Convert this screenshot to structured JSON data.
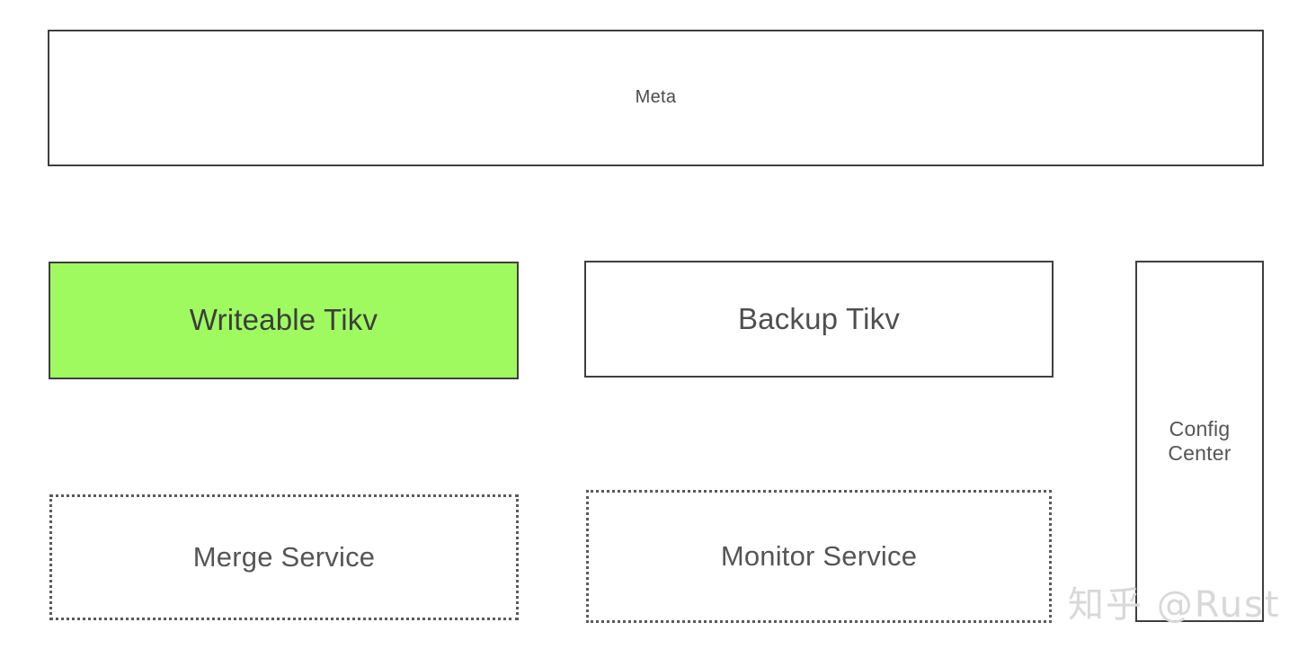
{
  "diagram": {
    "background": "#ffffff",
    "nodes": [
      {
        "id": "meta",
        "label": "Meta",
        "style": "solid",
        "fill": "#ffffff",
        "border_color": "#3f3f3f",
        "text_color": "#4b4b4b"
      },
      {
        "id": "writeable-tikv",
        "label": "Writeable Tikv",
        "style": "solid",
        "fill": "#9ffa60",
        "border_color": "#3f3f3f",
        "text_color": "#3d3d3d"
      },
      {
        "id": "backup-tikv",
        "label": "Backup Tikv",
        "style": "solid",
        "fill": "#ffffff",
        "border_color": "#3f3f3f",
        "text_color": "#4f4f4f"
      },
      {
        "id": "config-center",
        "label": "Config\nCenter",
        "style": "solid",
        "fill": "#ffffff",
        "border_color": "#3f3f3f",
        "text_color": "#555555"
      },
      {
        "id": "merge-service",
        "label": "Merge Service",
        "style": "dotted",
        "fill": "#ffffff",
        "border_color": "#5a5a5a",
        "text_color": "#555555"
      },
      {
        "id": "monitor-service",
        "label": "Monitor Service",
        "style": "dotted",
        "fill": "#ffffff",
        "border_color": "#5a5a5a",
        "text_color": "#555555"
      }
    ],
    "watermark": {
      "text": "知乎 @Rust",
      "color": "#d8d8d8"
    }
  }
}
